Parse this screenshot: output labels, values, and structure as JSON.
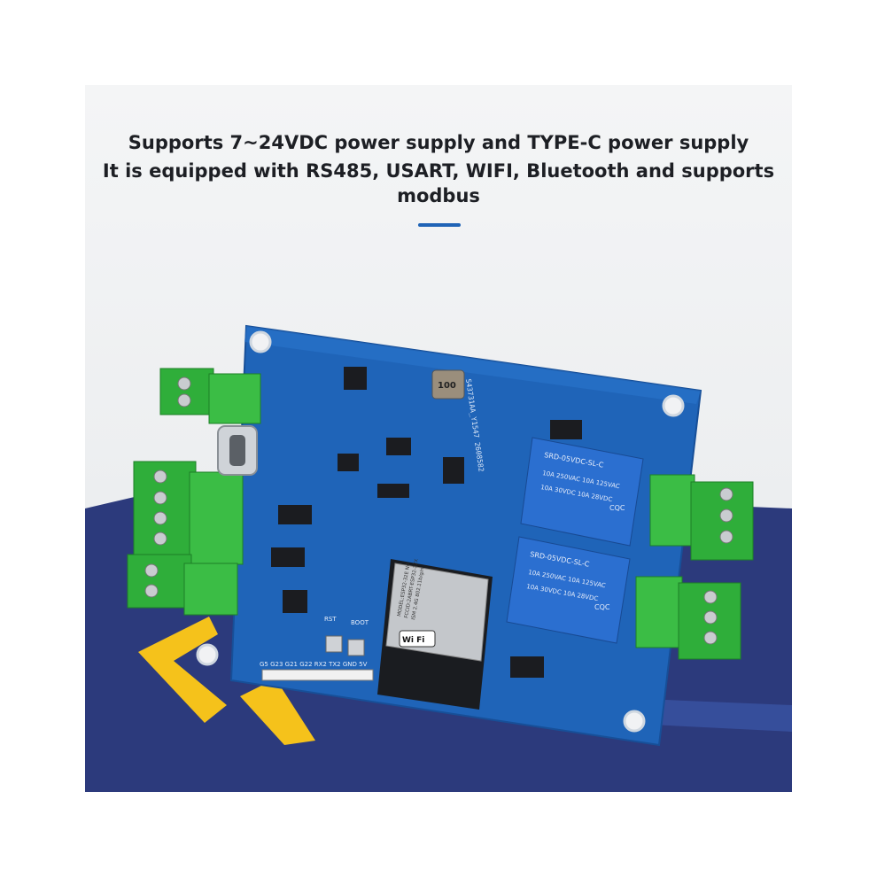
{
  "headline": {
    "line1": "Supports 7~24VDC power supply and TYPE-C power supply",
    "line2": "It is equipped with RS485, USART, WIFI, Bluetooth and supports",
    "line3": "modbus"
  },
  "colors": {
    "accent": "#1f63b6",
    "pcb": "#1f64b8",
    "terminal": "#2fae3a",
    "relay": "#2b6fd0",
    "platform": "#2c3a7c",
    "arrow": "#f5c21b"
  },
  "board": {
    "silk_top": "S43731AA_Y1547 2608582",
    "header_pins": "G5 G23 G21 G22 RX2 TX2 GND 5V",
    "rst": "RST",
    "boot": "BOOT",
    "inductor": "100"
  },
  "module": {
    "wifi": "Wi Fi",
    "model": "MODEL:ESP32-32E N4",
    "fcc": "FCCID:2ABRT-ESP32-32X",
    "ism": "ISM 2.4G 802.11b/g/n"
  },
  "relays": [
    {
      "label": "SRD-05VDC-SL-C",
      "rating1": "10A 250VAC 10A 125VAC",
      "rating2": "10A 30VDC 10A 28VDC",
      "mark": "CQC"
    },
    {
      "label": "SRD-05VDC-SL-C",
      "rating1": "10A 250VAC 10A 125VAC",
      "rating2": "10A 30VDC 10A 28VDC",
      "mark": "CQC"
    }
  ]
}
